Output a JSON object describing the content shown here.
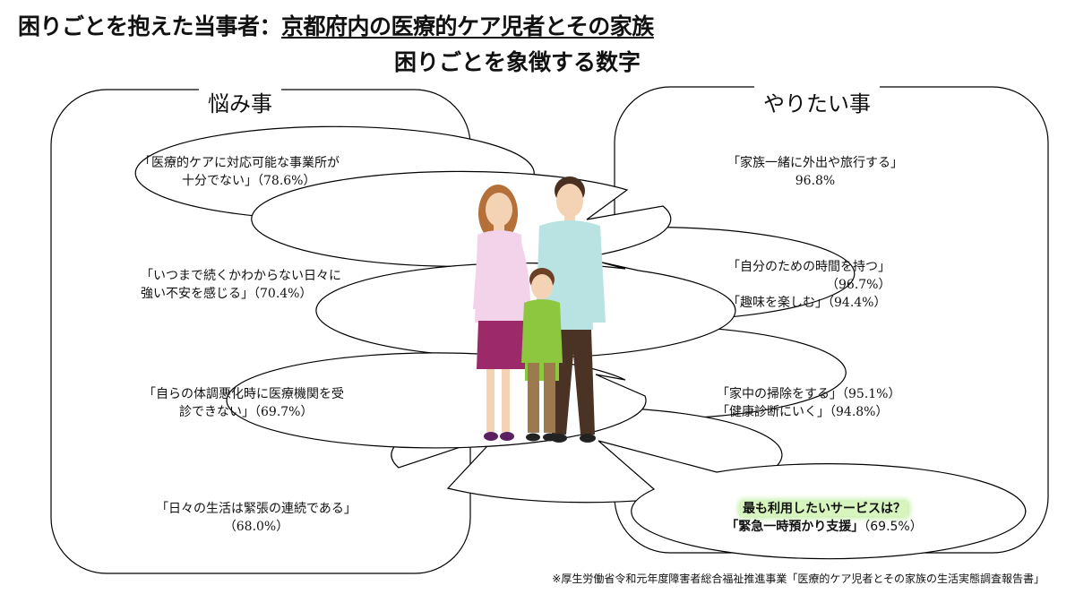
{
  "header": {
    "title_prefix": "困りごとを抱えた当事者：",
    "title_emphasis": "京都府内の医療的ケア児者とその家族",
    "subtitle": "困りごとを象徴する数字"
  },
  "left_panel": {
    "title": "悩み事",
    "items": [
      {
        "line1": "「医療的ケアに対応可能な事業所が",
        "line2": "十分でない」（78.6%）"
      },
      {
        "line1": "「いつまで続くかわからない日々に",
        "line2": "強い不安を感じる」（70.4%）"
      },
      {
        "line1": "「自らの体調悪化時に医療機関を受",
        "line2": "診できない」（69.7%）"
      },
      {
        "line1": "「日々の生活は緊張の連続である」",
        "line2": "（68.0%）"
      }
    ]
  },
  "right_panel": {
    "title": "やりたい事",
    "items": [
      {
        "line1": "「家族一緒に外出や旅行する」",
        "line2": "96.8%"
      },
      {
        "line1": "「自分のための時間を持つ」",
        "line2": "（96.7%）",
        "line3": "「趣味を楽しむ」（94.4%）"
      },
      {
        "line1": "「家中の掃除をする」（95.1%）",
        "line2": "「健康診断にいく」（94.8%）"
      }
    ]
  },
  "highlight": {
    "question": "最も利用したいサービスは？",
    "answer": "「緊急一時預かり支援」",
    "value": "（69.5%）"
  },
  "footnote": "※厚生労働省令和元年度障害者総合福祉推進事業「医療的ケア児者とその家族の生活実態調査報告書」",
  "colors": {
    "mother_top": "#f2d3ea",
    "mother_skirt": "#9c2a6a",
    "mother_hair": "#b5703a",
    "father_shirt": "#b9e3e3",
    "father_pants": "#4a3325",
    "father_hair": "#4a3020",
    "child_shirt": "#8dc63f",
    "child_pants": "#9c7a4e",
    "skin": "#f4d3b5",
    "highlight_glow": "#d8f5c0"
  }
}
